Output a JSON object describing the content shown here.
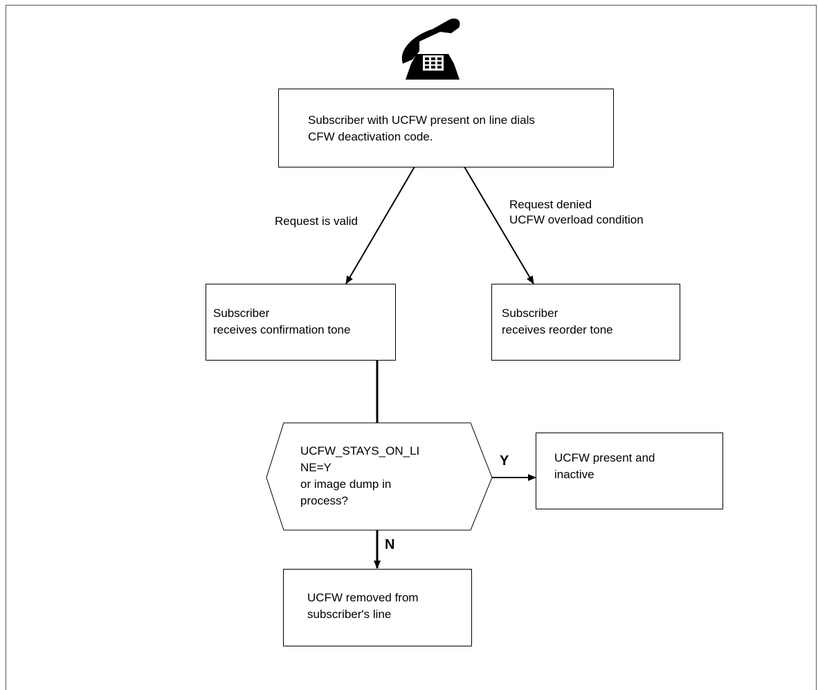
{
  "diagram": {
    "start_box": "Subscriber with UCFW present on line dials\nCFW deactivation code.",
    "edge_valid": "Request is valid",
    "edge_denied": "Request denied\n  UCFW overload condition",
    "confirm_box": "Subscriber\nreceives confirmation tone",
    "reorder_box": "Subscriber\nreceives reorder tone",
    "decision": "UCFW_STAYS_ON_LI\nNE=Y\nor image dump in\nprocess?",
    "yes_label": "Y",
    "no_label": "N",
    "present_box": "UCFW present and\ninactive",
    "removed_box": "UCFW removed from\nsubscriber's line"
  },
  "icons": {
    "start": "telephone-icon"
  }
}
